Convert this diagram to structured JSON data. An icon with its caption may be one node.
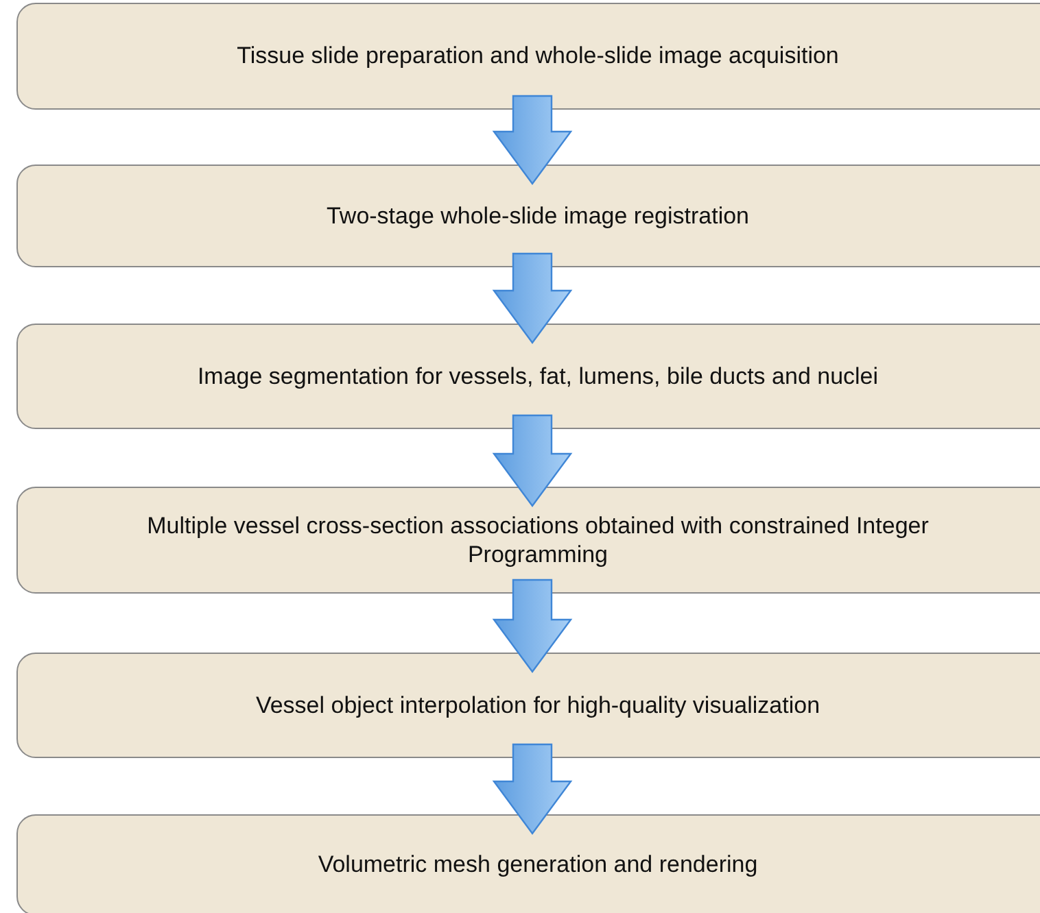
{
  "diagram": {
    "nodes": [
      {
        "text": [
          "Tissue slide preparation and whole-slide image acquisition"
        ]
      },
      {
        "text": [
          "Two-stage whole-slide image registration"
        ]
      },
      {
        "text": [
          "Image segmentation for vessels, fat, lumens, bile ducts and nuclei"
        ]
      },
      {
        "text": [
          "Multiple vessel cross-section associations obtained with constrained Integer Programming"
        ]
      },
      {
        "text": [
          "Vessel object interpolation for high-quality visualization"
        ]
      },
      {
        "text": [
          "Volumetric mesh generation and rendering"
        ]
      }
    ],
    "edges": [
      {
        "from": 0,
        "to": 1,
        "arrow": "to"
      },
      {
        "from": 1,
        "to": 2,
        "arrow": "to"
      },
      {
        "from": 2,
        "to": 3,
        "arrow": "to"
      },
      {
        "from": 3,
        "to": 4,
        "arrow": "to"
      },
      {
        "from": 4,
        "to": 5,
        "arrow": "to"
      }
    ]
  }
}
